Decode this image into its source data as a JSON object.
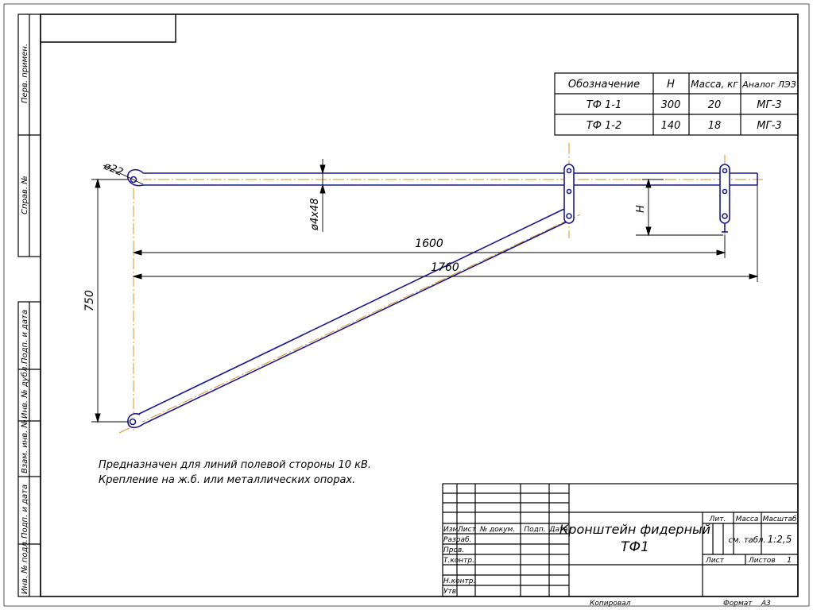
{
  "side_stamps": {
    "perv_primen": "Перв. примен.",
    "sprav_no": "Справ. №",
    "podp_data_1": "Подп. и дата",
    "inv_dubl": "Инв. № дубл.",
    "vzam_inv": "Взам. инв. №",
    "podp_data_2": "Подп. и дата",
    "inv_podl": "Инв. № подл."
  },
  "spec_table": {
    "headers": [
      "Обозначение",
      "H",
      "Масса, кг",
      "Аналог ЛЭЗ"
    ],
    "rows": [
      [
        "ТФ 1-1",
        "300",
        "20",
        "МГ-3"
      ],
      [
        "ТФ 1-2",
        "140",
        "18",
        "МГ-3"
      ]
    ]
  },
  "dimensions": {
    "hole_dia": "ø22",
    "tube_dia": "ø4x48",
    "height": "H",
    "length_1": "1600",
    "length_2": "1760",
    "vertical": "750"
  },
  "notes": {
    "line1": "Предназначен для линий полевой стороны 10 кВ.",
    "line2": "Крепление на ж.б. или металлических опорах."
  },
  "title_block": {
    "name_line1": "Кронштейн фидерный",
    "name_line2": "ТФ1",
    "col_izm": "Изм.",
    "col_list": "Лист",
    "col_docum": "№ докум.",
    "col_podp": "Подп.",
    "col_data": "Дата",
    "razrab": "Разраб.",
    "prov": "Пров.",
    "tkontr": "Т.контр.",
    "nkontr": "Н.контр.",
    "utv": "Утв.",
    "lit": "Лит.",
    "massa": "Масса",
    "masshtab": "Масштаб",
    "massa_value": "см. табл.",
    "scale_value": "1:2,5",
    "list_label": "Лист",
    "listov_label": "Листов",
    "listov_value": "1",
    "kopiroval": "Копировал",
    "format_label": "Формат",
    "format_value": "А3"
  },
  "colors": {
    "frame": "#000000",
    "part_outline": "#1a1a8c",
    "center_line": "#e0902a",
    "dimension": "#000000"
  }
}
